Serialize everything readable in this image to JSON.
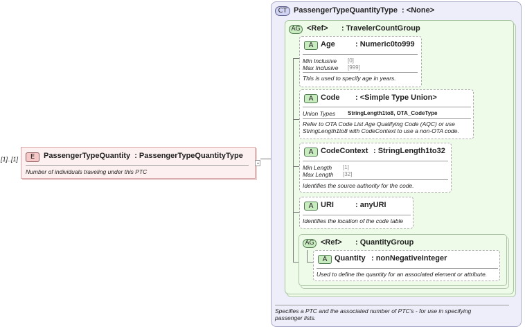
{
  "element": {
    "cardinality": "[1]..[1]",
    "badge": "E",
    "name": "PassengerTypeQuantity",
    "type": ": PassengerTypeQuantityType",
    "doc": "Number of individuals traveling under this PTC"
  },
  "complex_type": {
    "badge": "CT",
    "name": "PassengerTypeQuantityType",
    "base": ": <None>",
    "doc": "Specifies a PTC and the associated number of PTC's - for use in specifying passenger lists."
  },
  "group_traveler": {
    "badge": "AG",
    "ref": "<Ref>",
    "name": ": TravelerCountGroup"
  },
  "attr_age": {
    "badge": "A",
    "name": "Age",
    "type": ": Numeric0to999",
    "f1_label": "Min Inclusive",
    "f1_value": "[0]",
    "f2_label": "Max Inclusive",
    "f2_value": "[999]",
    "doc": "This is used to specify age in years."
  },
  "attr_code": {
    "badge": "A",
    "name": "Code",
    "type": ": <Simple Type Union>",
    "f1_label": "Union Types",
    "f1_value": "StringLength1to8, OTA_CodeType",
    "doc1": "Refer to OTA Code List Age Qualifying Code (AQC) or use",
    "doc2": "StringLength1to8 with CodeContext to use a non-OTA code."
  },
  "attr_codecontext": {
    "badge": "A",
    "name": "CodeContext",
    "type": ": StringLength1to32",
    "f1_label": "Min Length",
    "f1_value": "[1]",
    "f2_label": "Max Length",
    "f2_value": "[32]",
    "doc": "Identifies the source authority for the code."
  },
  "attr_uri": {
    "badge": "A",
    "name": "URI",
    "type": ": anyURI",
    "doc": "Identifies the location of the code table"
  },
  "group_quantity": {
    "badge": "AG",
    "ref": "<Ref>",
    "name": ": QuantityGroup"
  },
  "attr_quantity": {
    "badge": "A",
    "name": "Quantity",
    "type": ": nonNegativeInteger",
    "doc": "Used to define the quantity for an associated element or attribute."
  },
  "colors": {
    "element_fill": "#fdf0f0",
    "complex_type_fill": "#eeeefb",
    "group_fill": "#eefbe8",
    "attribute_fill": "#ffffff"
  }
}
